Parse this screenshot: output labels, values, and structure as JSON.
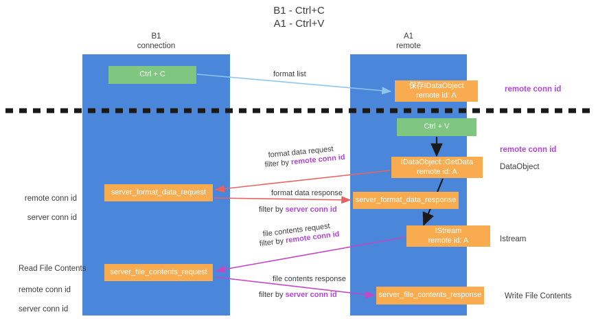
{
  "title": "B1 - Ctrl+C\nA1 - Ctrl+V",
  "lanes": [
    {
      "id": "b1",
      "header": "B1\nconnection",
      "color": "#4a86d9"
    },
    {
      "id": "a1",
      "header": "A1\nremote",
      "color": "#4a86d9"
    }
  ],
  "nodes": {
    "ctrl_c": "Ctrl + C",
    "save_idataobject": "保存IDataObject\nremote id: A",
    "ctrl_v": "Ctrl + V",
    "getdata": "IDataObject::GetData\nremote id: A",
    "server_format_data_request": "server_format_data_request",
    "server_format_data_response": "server_format_data_response",
    "istream": "IStream\nremote id: A",
    "server_file_contents_request": "server_file_contents_request",
    "server_file_contents_response": "server_file_contents_response"
  },
  "edges": {
    "format_list": "format list",
    "format_data_request": "format data request",
    "format_data_request_filter_prefix": "filter by ",
    "format_data_request_filter_key": "remote conn id",
    "format_data_response": "format data response",
    "format_data_response_filter_prefix": "filter by ",
    "format_data_response_filter_key": "server conn id",
    "file_contents_request": "file contents request",
    "file_contents_request_filter_prefix": "filter by ",
    "file_contents_request_filter_key": "remote conn id",
    "file_contents_response": "file contents response",
    "file_contents_response_filter_prefix": "filter by ",
    "file_contents_response_filter_key": "server conn id"
  },
  "annotations": {
    "right_remote_conn_id_top": "remote conn id",
    "right_remote_conn_id_mid": "remote conn id",
    "right_dataobject": "DataObject",
    "right_istream": "Istream",
    "right_write_file_contents": "Write File Contents",
    "left_remote_conn_id": "remote conn id",
    "left_server_conn_id": "server conn id",
    "left_read_file_contents": "Read File Contents",
    "left_remote_conn_id_2": "remote conn id",
    "left_server_conn_id_2": "server conn id"
  },
  "colors": {
    "lane": "#4a86d9",
    "green_node": "#7fc681",
    "orange_node": "#f8ab4f",
    "purple_key": "#b446d7",
    "green_key": "#5aab5c",
    "arrow_blue": "#90c5ef",
    "arrow_red": "#e8635f",
    "arrow_magenta": "#c249c4",
    "arrow_black": "#1a1a1a",
    "divider": "#1a1a1a"
  }
}
